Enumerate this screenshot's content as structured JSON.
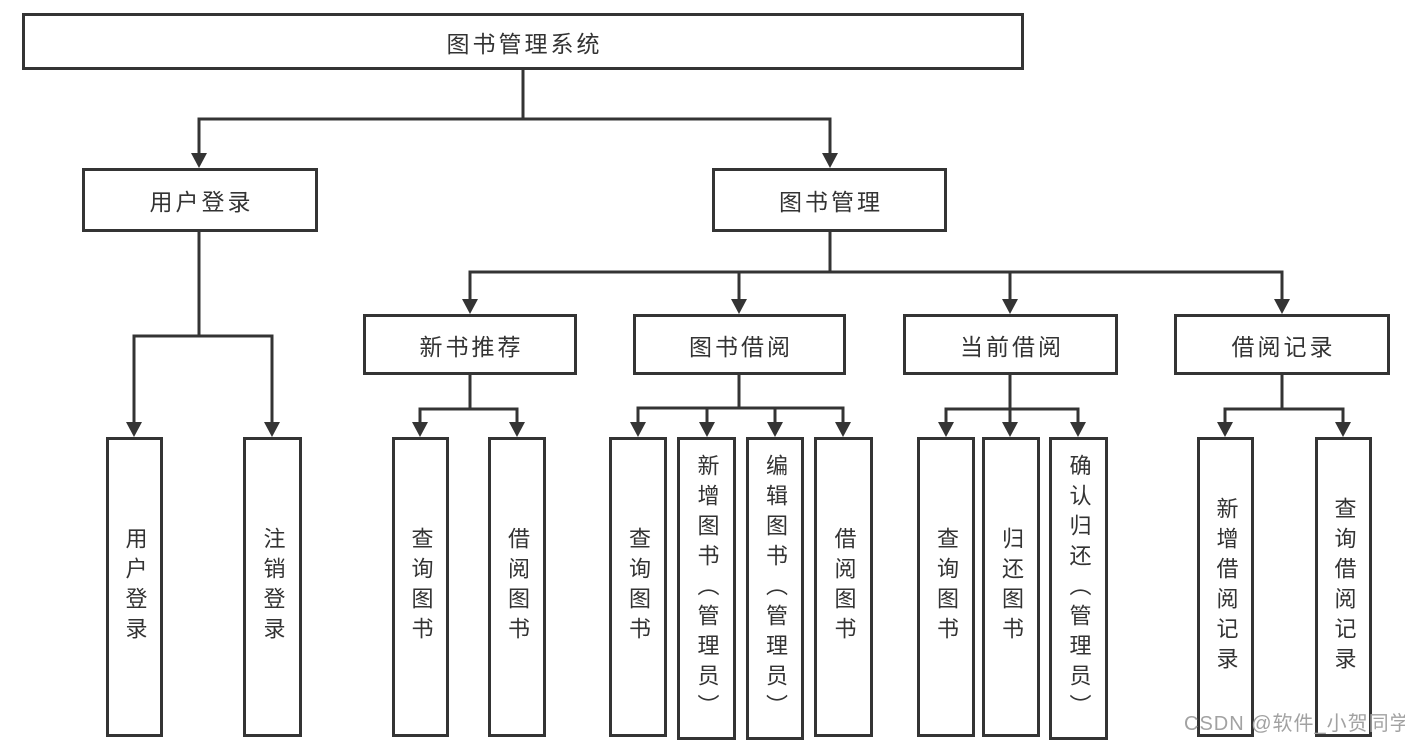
{
  "diagram": {
    "root": "图书管理系统",
    "user_login": "用户登录",
    "book_management": "图书管理",
    "user_login_children": {
      "login": "用户登录",
      "logout": "注销登录"
    },
    "modules": {
      "new_books": "新书推荐",
      "book_borrow": "图书借阅",
      "current_borrow": "当前借阅",
      "borrow_records": "借阅记录"
    },
    "new_books_children": {
      "query": "查询图书",
      "borrow": "借阅图书"
    },
    "book_borrow_children": {
      "query": "查询图书",
      "add": "新增图书（管理员）",
      "edit": "编辑图书（管理员）",
      "borrow": "借阅图书"
    },
    "current_borrow_children": {
      "query": "查询图书",
      "return_book": "归还图书",
      "confirm_return": "确认归还（管理员）"
    },
    "borrow_records_children": {
      "add": "新增借阅记录",
      "query": "查询借阅记录"
    }
  },
  "watermark": {
    "text": "CSDN @软件_小贺同学"
  },
  "colors": {
    "line": "#343434",
    "text": "#333333",
    "watermark": "#a2a2a2",
    "background": "#ffffff"
  }
}
